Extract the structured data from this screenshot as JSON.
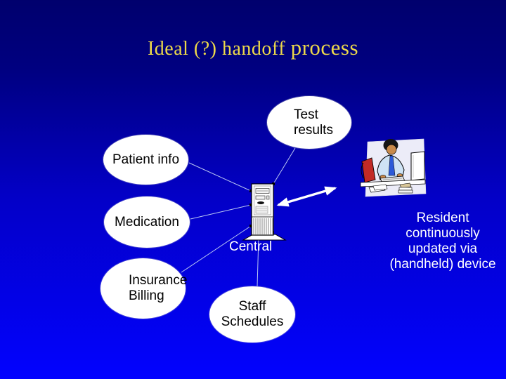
{
  "slide": {
    "title": {
      "main": "Ideal (?) handoff",
      "emphasis": "process",
      "color": "#EDD94A"
    },
    "background": {
      "gradient_top": "#00006D",
      "gradient_middle": "#0300C7",
      "gradient_bottom": "#0202FF"
    },
    "nodes": [
      {
        "id": "test-results",
        "label": "Test\nresults"
      },
      {
        "id": "patient-info",
        "label": "Patient info"
      },
      {
        "id": "medication",
        "label": "Medication"
      },
      {
        "id": "insurance-billing",
        "label": "Insurance\nBilling"
      },
      {
        "id": "staff-schedules",
        "label": "Staff\nSchedules"
      }
    ],
    "central": {
      "label": "Central",
      "icon": "server-tower-icon"
    },
    "caption": {
      "text": "Resident\ncontinuously\nupdated via\n(handheld) device",
      "color": "#FFFFFF"
    },
    "clipart": {
      "icon": "person-at-computer-icon"
    },
    "connectors": {
      "line_color": "#B9C6F2",
      "arrow_color": "#FFFFFF"
    },
    "node_style": {
      "fill": "#FFFFFF",
      "text_color": "#000000"
    }
  }
}
